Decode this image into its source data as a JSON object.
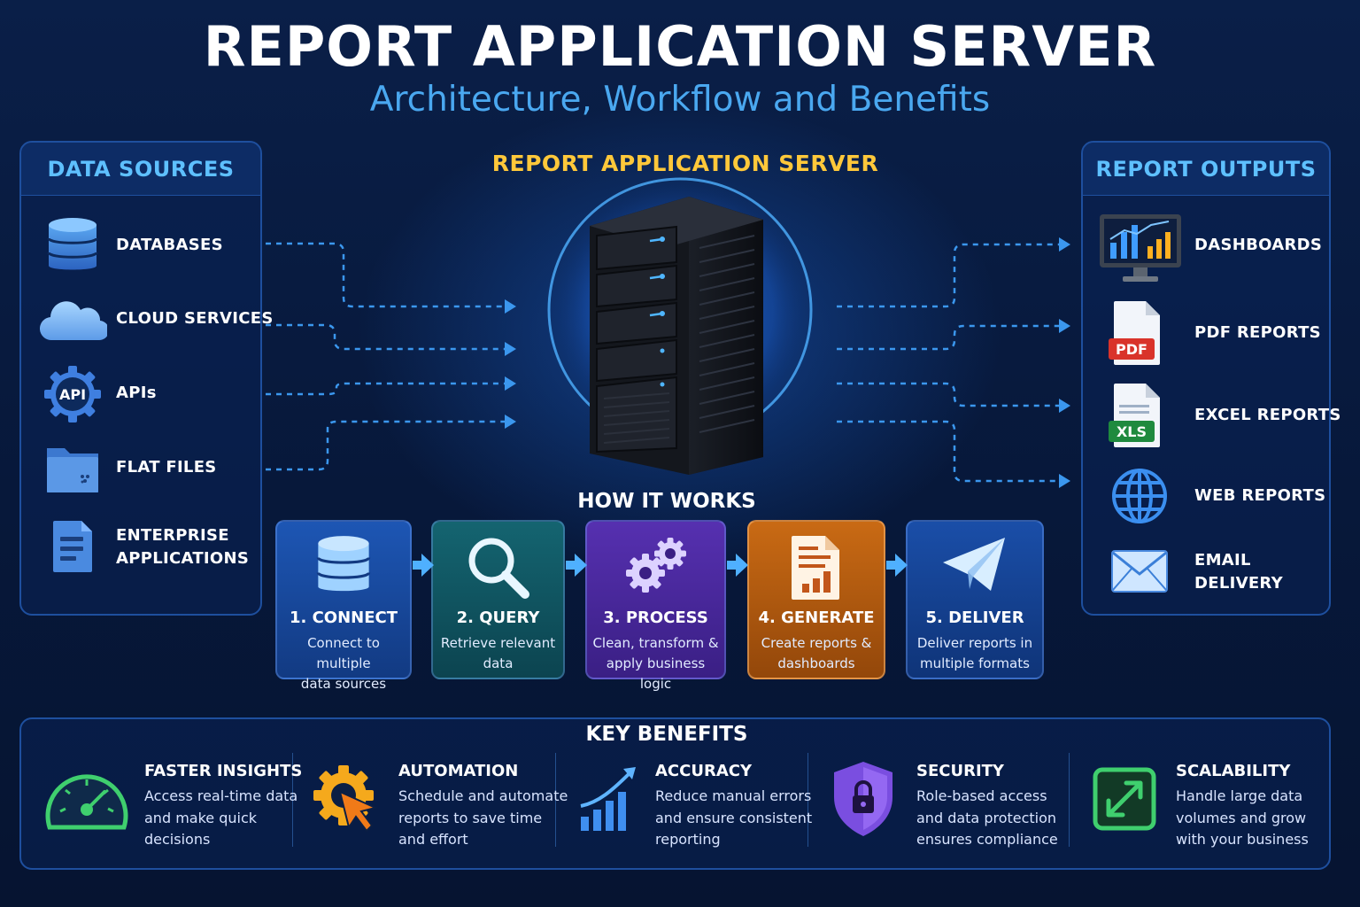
{
  "header": {
    "title": "REPORT APPLICATION SERVER",
    "subtitle": "Architecture, Workflow and Benefits"
  },
  "data_sources": {
    "title": "DATA SOURCES",
    "items": [
      {
        "label": "DATABASES",
        "icon": "database-icon"
      },
      {
        "label": "CLOUD SERVICES",
        "icon": "cloud-icon"
      },
      {
        "label": "APIs",
        "icon": "api-gear-icon",
        "badge": "API"
      },
      {
        "label": "FLAT FILES",
        "icon": "folder-icon"
      },
      {
        "label": "ENTERPRISE",
        "label2": "APPLICATIONS",
        "icon": "document-icon"
      }
    ]
  },
  "server": {
    "title": "REPORT APPLICATION SERVER",
    "icon": "server-tower-icon"
  },
  "how_it_works": {
    "title": "HOW IT WORKS",
    "steps": [
      {
        "title": "1. CONNECT",
        "desc1": "Connect to multiple",
        "desc2": "data sources",
        "icon": "database-icon",
        "color": "#1a4fa8"
      },
      {
        "title": "2. QUERY",
        "desc1": "Retrieve relevant",
        "desc2": "data",
        "icon": "magnifier-icon",
        "color": "#11555f"
      },
      {
        "title": "3. PROCESS",
        "desc1": "Clean, transform &",
        "desc2": "apply business logic",
        "icon": "gears-icon",
        "color": "#4a2a9e"
      },
      {
        "title": "4. GENERATE",
        "desc1": "Create reports &",
        "desc2": "dashboards",
        "icon": "report-icon",
        "color": "#b25b12"
      },
      {
        "title": "5. DELIVER",
        "desc1": "Deliver reports in",
        "desc2": "multiple formats",
        "icon": "paper-plane-icon",
        "color": "#123f8a"
      }
    ]
  },
  "report_outputs": {
    "title": "REPORT OUTPUTS",
    "items": [
      {
        "label": "DASHBOARDS",
        "icon": "monitor-chart-icon"
      },
      {
        "label": "PDF REPORTS",
        "icon": "pdf-file-icon",
        "badge": "PDF"
      },
      {
        "label": "EXCEL REPORTS",
        "icon": "xls-file-icon",
        "badge": "XLS"
      },
      {
        "label": "WEB REPORTS",
        "icon": "globe-icon"
      },
      {
        "label": "EMAIL",
        "label2": "DELIVERY",
        "icon": "envelope-icon"
      }
    ]
  },
  "benefits": {
    "title": "KEY BENEFITS",
    "items": [
      {
        "title": "FASTER INSIGHTS",
        "l1": "Access real-time data",
        "l2": "and make quick",
        "l3": "decisions",
        "icon": "speedometer-icon"
      },
      {
        "title": "AUTOMATION",
        "l1": "Schedule and automate",
        "l2": "reports to save time",
        "l3": "and effort",
        "icon": "gear-cursor-icon"
      },
      {
        "title": "ACCURACY",
        "l1": "Reduce manual errors",
        "l2": "and ensure consistent",
        "l3": "reporting",
        "icon": "growth-chart-icon"
      },
      {
        "title": "SECURITY",
        "l1": "Role-based access",
        "l2": "and data protection",
        "l3": "ensures compliance",
        "icon": "shield-lock-icon"
      },
      {
        "title": "SCALABILITY",
        "l1": "Handle large data",
        "l2": "volumes and grow",
        "l3": "with your business",
        "icon": "expand-arrows-icon"
      }
    ]
  },
  "colors": {
    "background": "#081a3c",
    "accent_blue": "#5ec0ff",
    "accent_yellow": "#ffc83a",
    "panel_border": "#1e4f9e"
  }
}
